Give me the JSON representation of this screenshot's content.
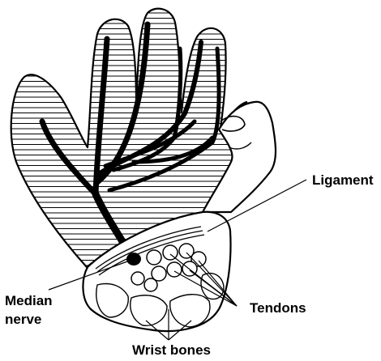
{
  "labels": {
    "ligament": "Ligament",
    "median_line1": "Median",
    "median_line2": "nerve",
    "tendons": "Tendons",
    "wrist_bones": "Wrist bones"
  },
  "colors": {
    "line": "#000000",
    "background": "#ffffff"
  }
}
